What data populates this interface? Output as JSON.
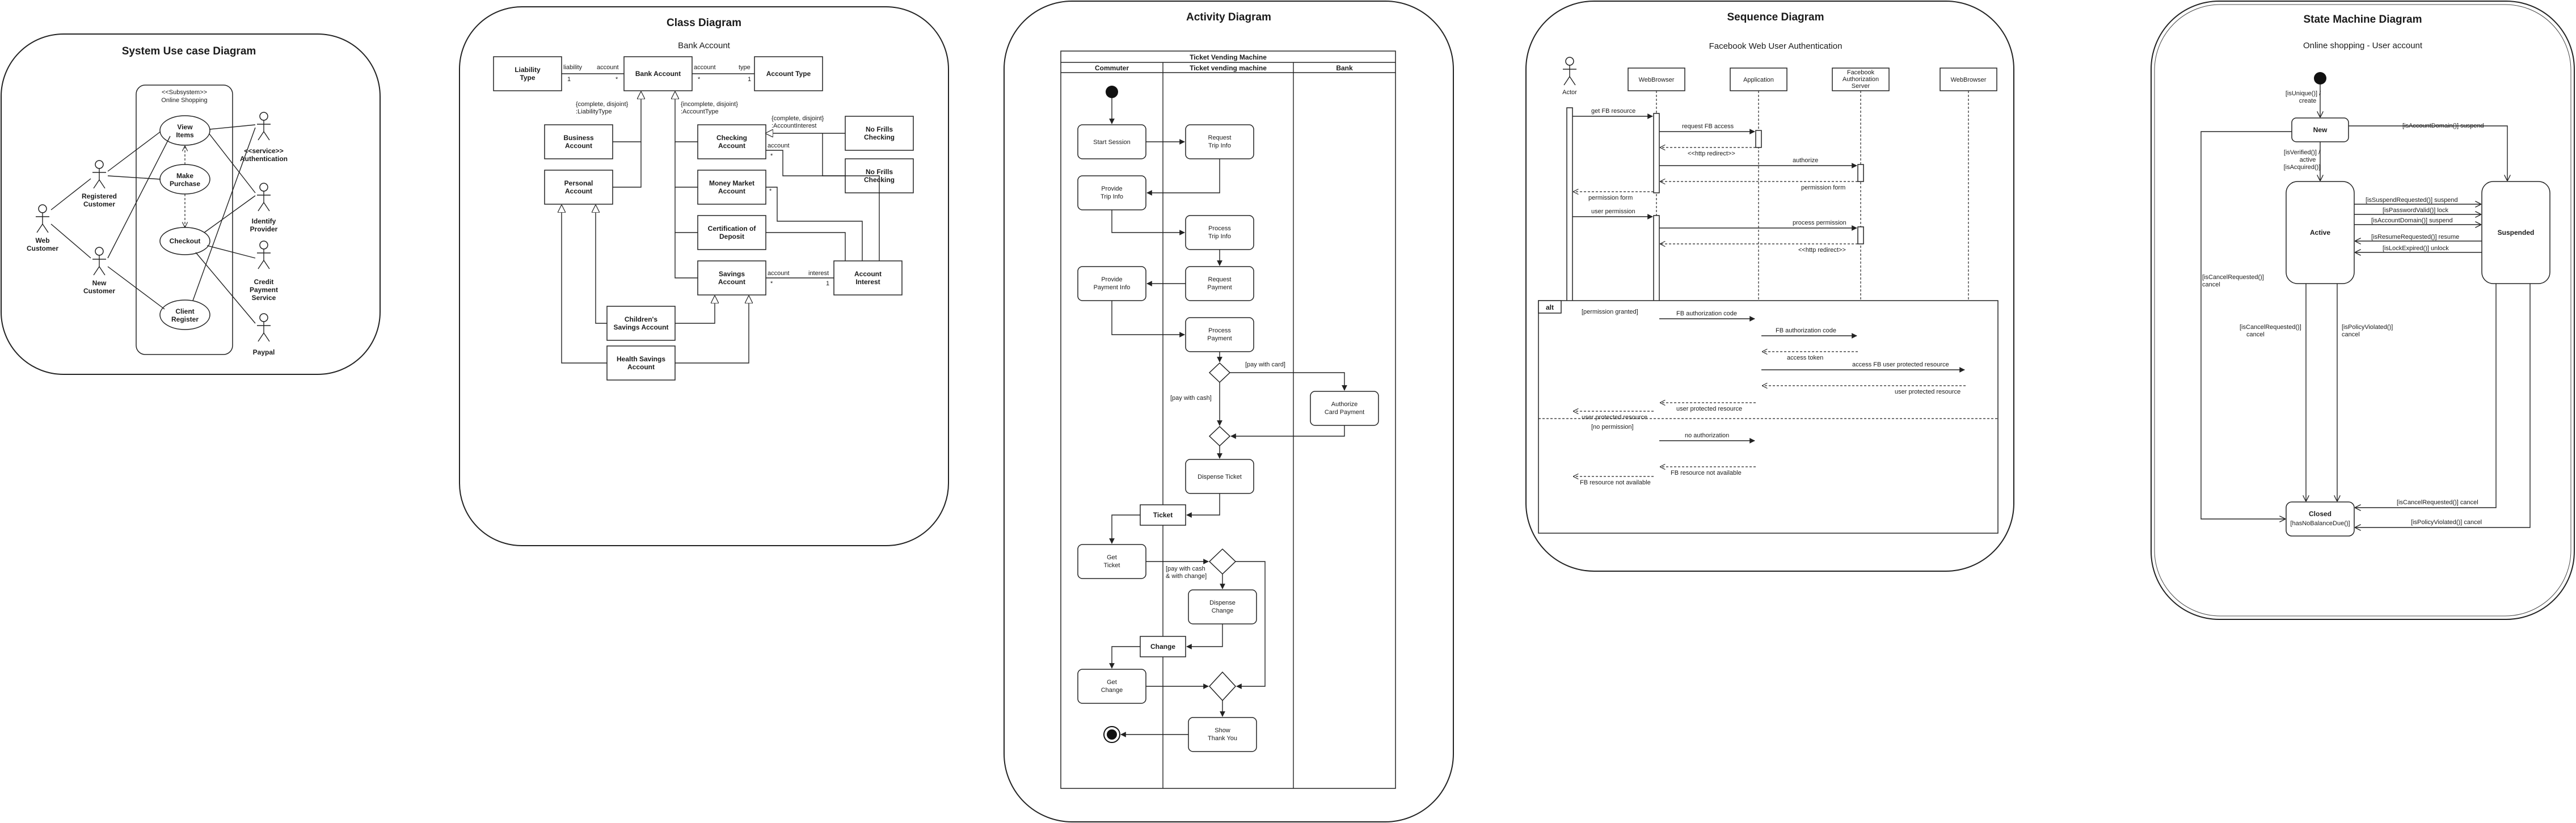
{
  "use_case": {
    "title": "System Use case Diagram",
    "system_boundary": [
      "<<Subsystem>>",
      "Online Shopping"
    ],
    "actors": [
      [
        "Web",
        "Customer"
      ],
      [
        "Registered",
        "Customer"
      ],
      [
        "New",
        "Customer"
      ],
      [
        "<<service>>",
        "Authentication"
      ],
      [
        "Identify",
        "Provider"
      ],
      [
        "Credit",
        "Payment",
        "Service"
      ],
      [
        "Paypal"
      ]
    ],
    "use_cases": [
      [
        "View",
        "Items"
      ],
      [
        "Make",
        "Purchase"
      ],
      [
        "Checkout"
      ],
      [
        "Client",
        "Register"
      ]
    ]
  },
  "class_diagram": {
    "title": "Class Diagram",
    "subtitle": "Bank Account",
    "classes": {
      "liability_type": [
        "Liability",
        "Type"
      ],
      "bank_account": [
        "Bank Account"
      ],
      "account_type": [
        "Account Type"
      ],
      "business_account": [
        "Business",
        "Account"
      ],
      "personal_account": [
        "Personal",
        "Account"
      ],
      "checking_account": [
        "Checking",
        "Account"
      ],
      "money_market": [
        "Money Market",
        "Account"
      ],
      "certification": [
        "Certification of",
        "Deposit"
      ],
      "savings_account": [
        "Savings",
        "Account"
      ],
      "no_frills_1": [
        "No Frills",
        "Checking"
      ],
      "no_frills_2": [
        "No Frills",
        "Checking"
      ],
      "account_interest": [
        "Account",
        "Interest"
      ],
      "childrens_savings": [
        "Children's",
        "Savings Account"
      ],
      "health_savings": [
        "Health Savings",
        "Account"
      ]
    },
    "labels": {
      "liability": "liability",
      "account": "account",
      "account2": "account",
      "type": "type",
      "one_a": "1",
      "star_a": "*",
      "star_b": "*",
      "one_b": "1",
      "constraint_1a": "{complete, disjoint}",
      "constraint_1b": ":LiabilityType",
      "constraint_2a": "{incomplete, disjoint}",
      "constraint_2b": ":AccountType",
      "constraint_3a": "{complete, disjoint}",
      "constraint_3b": ":AccountInterest",
      "account3": "account",
      "star_c": "*",
      "star_d": "*",
      "account4": "account",
      "interest": "interest",
      "star_e": "*",
      "one_c": "1"
    }
  },
  "activity": {
    "title": "Activity Diagram",
    "frame_title": "Ticket Vending Machine",
    "lanes": [
      "Commuter",
      "Ticket vending machine",
      "Bank"
    ],
    "nodes": {
      "start_session": [
        "Start Session"
      ],
      "request_trip": [
        "Request",
        "Trip Info"
      ],
      "provide_trip": [
        "Provide",
        "Trip Info"
      ],
      "process_trip": [
        "Process",
        "Trip Info"
      ],
      "request_payment": [
        "Request",
        "Payment"
      ],
      "provide_payment": [
        "Provide",
        "Payment Info"
      ],
      "process_payment": [
        "Process",
        "Payment"
      ],
      "authorize": [
        "Authorize",
        "Card Payment"
      ],
      "dispense_ticket": [
        "Dispense Ticket"
      ],
      "ticket": [
        "Ticket"
      ],
      "get_ticket": [
        "Get",
        "Ticket"
      ],
      "dispense_change": [
        "Dispense",
        "Change"
      ],
      "change": [
        "Change"
      ],
      "get_change": [
        "Get",
        "Change"
      ],
      "show_thank": [
        "Show",
        "Thank You"
      ]
    },
    "guards": [
      "[pay with card]",
      "[pay with cash]",
      "[pay with cash",
      "& with change]"
    ]
  },
  "sequence": {
    "title": "Sequence Diagram",
    "subtitle": "Facebook Web User Authentication",
    "lifelines": [
      [
        "Actor"
      ],
      [
        "WebBrowser"
      ],
      [
        "Application"
      ],
      [
        "Facebook",
        "Authorization",
        "Server"
      ],
      [
        "WebBrowser"
      ]
    ],
    "messages": [
      "get FB resource",
      "request FB access",
      "<<http redirect>>",
      "authorize",
      "permission form",
      "permission form",
      "user permission",
      "process permission",
      "<<http redirect>>",
      "FB authorization code",
      "FB authorization code",
      "access token",
      "access FB user protected resource",
      "user protected resource",
      "user protected resource",
      "user protected resource",
      "no authorization",
      "FB resource not available",
      "FB resource not available"
    ],
    "fragment": "alt",
    "guards": [
      "[permission granted]",
      "[no permission]"
    ]
  },
  "state": {
    "title": "State Machine Diagram",
    "subtitle": "Online shopping - User account",
    "states": {
      "new": "New",
      "active": "Active",
      "suspended": "Suspended",
      "closed_1": "Closed",
      "closed_2": "[hasNoBalanceDue()]"
    },
    "transitions": [
      [
        "[isUnique()] /",
        "create"
      ],
      [
        "[isVerified()] /",
        "active",
        "[isAcquired()]"
      ],
      "[isAccountDomain()] suspend",
      "[isSuspendRequested()] suspend",
      "[isPasswordValid()] lock",
      "[isAccountDomain()] suspend",
      "[isResumeRequested()] resume",
      "[isLockExpired()] unlock",
      [
        "[isCancelRequested()]",
        "cancel"
      ],
      [
        "[isPolicyViolated()]",
        "cancel"
      ],
      [
        "[isCancelRequested()]",
        "cancel"
      ],
      "[isCancelRequested()] cancel",
      "[isPolicyViolated()] cancel"
    ]
  }
}
